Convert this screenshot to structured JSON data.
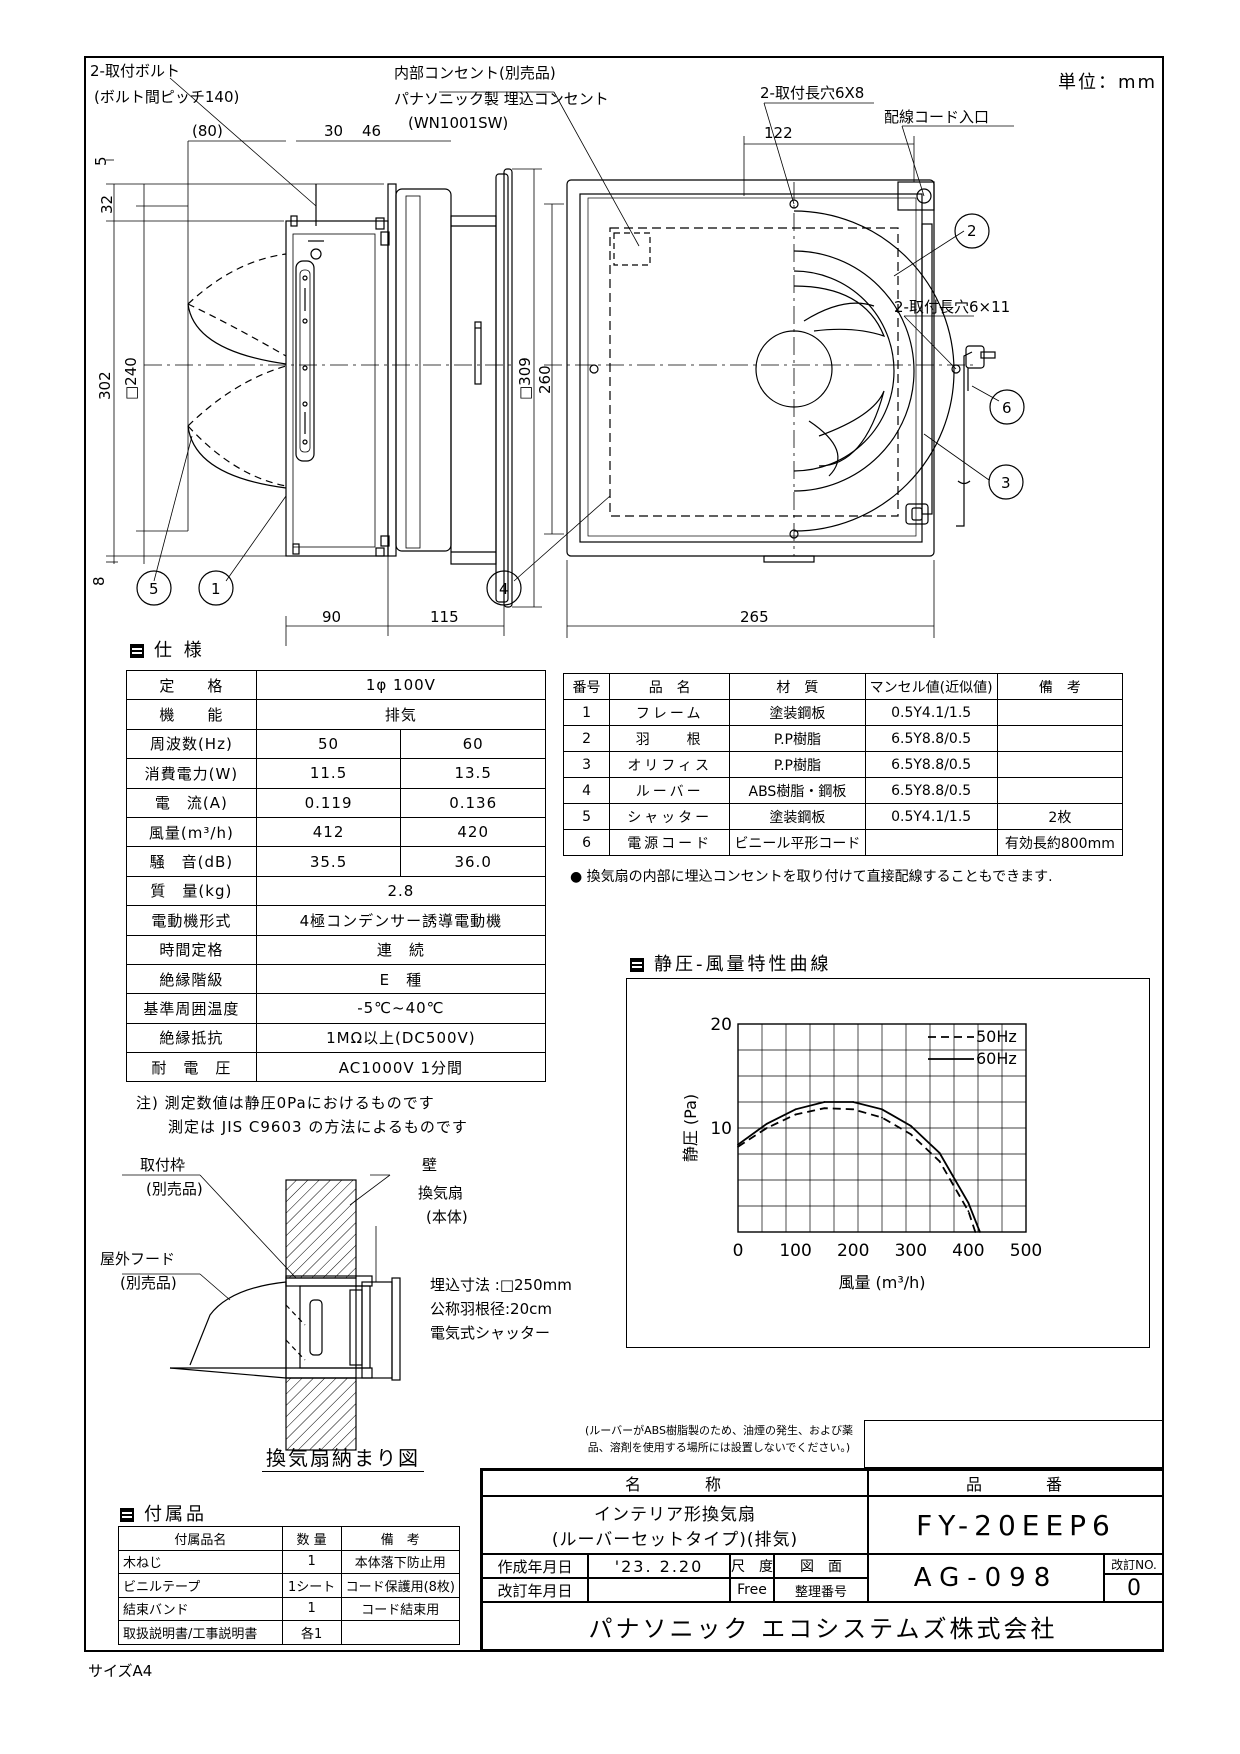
{
  "unit_label": "単位：mm",
  "size_label": "サイズA4",
  "drawing": {
    "callouts": {
      "bolt": "2-取付ボルト",
      "bolt_pitch": "(ボルト間ピッチ140)",
      "outlet": "内部コンセント(別売品)",
      "outlet_maker": "パナソニック製 埋込コンセント",
      "outlet_model": "(WN1001SW)",
      "slot_top": "2-取付長穴6X8",
      "cord_inlet": "配線コード入口",
      "slot_side": "2-取付長穴6×11"
    },
    "dims": {
      "d80": "(80)",
      "d30": "30",
      "d46": "46",
      "d5": "5",
      "d32": "32",
      "d302": "302",
      "d240": "□240",
      "d309": "□309",
      "d8": "8",
      "d90": "90",
      "d115": "115",
      "d122": "122",
      "d260": "260",
      "d265": "265"
    },
    "markers": [
      "1",
      "2",
      "3",
      "4",
      "5",
      "6"
    ]
  },
  "spec": {
    "heading": "仕 様",
    "rows": [
      {
        "label": "定　　格",
        "v": "1φ 100V"
      },
      {
        "label": "機　　能",
        "v": "排気"
      },
      {
        "label": "周波数(Hz)",
        "a": "50",
        "b": "60"
      },
      {
        "label": "消費電力(W)",
        "a": "11.5",
        "b": "13.5"
      },
      {
        "label": "電　流(A)",
        "a": "0.119",
        "b": "0.136"
      },
      {
        "label": "風量(m³/h)",
        "a": "412",
        "b": "420"
      },
      {
        "label": "騒　音(dB)",
        "a": "35.5",
        "b": "36.0"
      },
      {
        "label": "質　量(kg)",
        "v": "2.8"
      },
      {
        "label": "電動機形式",
        "v": "4極コンデンサー誘導電動機"
      },
      {
        "label": "時間定格",
        "v": "連　続"
      },
      {
        "label": "絶縁階級",
        "v": "E　種"
      },
      {
        "label": "基準周囲温度",
        "v": "-5℃~40℃"
      },
      {
        "label": "絶縁抵抗",
        "v": "1MΩ以上(DC500V)"
      },
      {
        "label": "耐　電　圧",
        "v": "AC1000V 1分間"
      }
    ],
    "note1": "注) 測定数値は静圧0Paにおけるものです",
    "note2": "測定は JIS C9603 の方法によるものです"
  },
  "parts": {
    "headers": [
      "番号",
      "品　名",
      "材　質",
      "マンセル値(近似値)",
      "備　考"
    ],
    "rows": [
      [
        "1",
        "フレーム",
        "塗装鋼板",
        "0.5Y4.1/1.5",
        ""
      ],
      [
        "2",
        "羽　　根",
        "P.P樹脂",
        "6.5Y8.8/0.5",
        ""
      ],
      [
        "3",
        "オリフィス",
        "P.P樹脂",
        "6.5Y8.8/0.5",
        ""
      ],
      [
        "4",
        "ルーバー",
        "ABS樹脂・鋼板",
        "6.5Y8.8/0.5",
        ""
      ],
      [
        "5",
        "シャッター",
        "塗装鋼板",
        "0.5Y4.1/1.5",
        "2枚"
      ],
      [
        "6",
        "電源コード",
        "ビニール平形コード",
        "",
        "有効長約800mm"
      ]
    ],
    "note": "● 換気扇の内部に埋込コンセントを取り付けて直接配線することもできます."
  },
  "chart_data": {
    "type": "line",
    "title": "静圧-風量特性曲線",
    "xlabel": "風量 (m³/h)",
    "ylabel": "静圧 (Pa)",
    "xlim": [
      0,
      500
    ],
    "ylim": [
      0,
      20
    ],
    "xticks": [
      "0",
      "100",
      "200",
      "300",
      "400",
      "500"
    ],
    "yticks": [
      "10",
      "20"
    ],
    "grid": true,
    "legend": "top-right",
    "series": [
      {
        "name": "50Hz",
        "style": "dashed",
        "x": [
          0,
          50,
          100,
          150,
          200,
          250,
          300,
          350,
          400,
          412
        ],
        "y": [
          8.2,
          10.0,
          11.3,
          11.9,
          11.8,
          11.0,
          9.4,
          6.8,
          2.0,
          0
        ]
      },
      {
        "name": "60Hz",
        "style": "solid",
        "x": [
          0,
          50,
          100,
          150,
          200,
          250,
          300,
          350,
          400,
          420
        ],
        "y": [
          8.4,
          10.4,
          11.8,
          12.5,
          12.5,
          11.8,
          10.2,
          7.6,
          2.8,
          0
        ]
      }
    ]
  },
  "install": {
    "title": "換気扇納まり図",
    "frame": "取付枠",
    "frame_sub": "(別売品)",
    "wall": "壁",
    "fan": "換気扇",
    "fan_sub": "(本体)",
    "hood": "屋外フード",
    "hood_sub": "(別売品)",
    "embed": "埋込寸法 :□250mm",
    "blade": "公称羽根径:20cm",
    "shutter": "電気式シャッター"
  },
  "accessories": {
    "heading": "付属品",
    "headers": [
      "付属品名",
      "数 量",
      "備　考"
    ],
    "rows": [
      [
        "木ねじ",
        "1",
        "本体落下防止用"
      ],
      [
        "ビニルテープ",
        "1シート",
        "コード保護用(8枚)"
      ],
      [
        "結束バンド",
        "1",
        "コード結束用"
      ],
      [
        "取扱説明書/工事説明書",
        "各1",
        ""
      ]
    ]
  },
  "title_block": {
    "caution": "(ルーバーがABS樹脂製のため、油煙の発生、および薬品、溶剤を使用する場所には設置しないでください。)",
    "name_h": "名　　　称",
    "no_h": "品　　　番",
    "name": "インテリア形換気扇",
    "name2": "(ルーバーセットタイプ)(排気)",
    "model": "FY-20EEP6",
    "created_l": "作成年月日",
    "created_v": "'23. 2.20",
    "revised_l": "改訂年月日",
    "scale_l": "尺　度",
    "scale_v": "Free",
    "dwg_l": "図　面",
    "dwg_l2": "整理番号",
    "dwg_no": "AG-098",
    "rev_l": "改訂NO.",
    "rev_v": "0",
    "company": "パナソニック エコシステムズ株式会社"
  }
}
